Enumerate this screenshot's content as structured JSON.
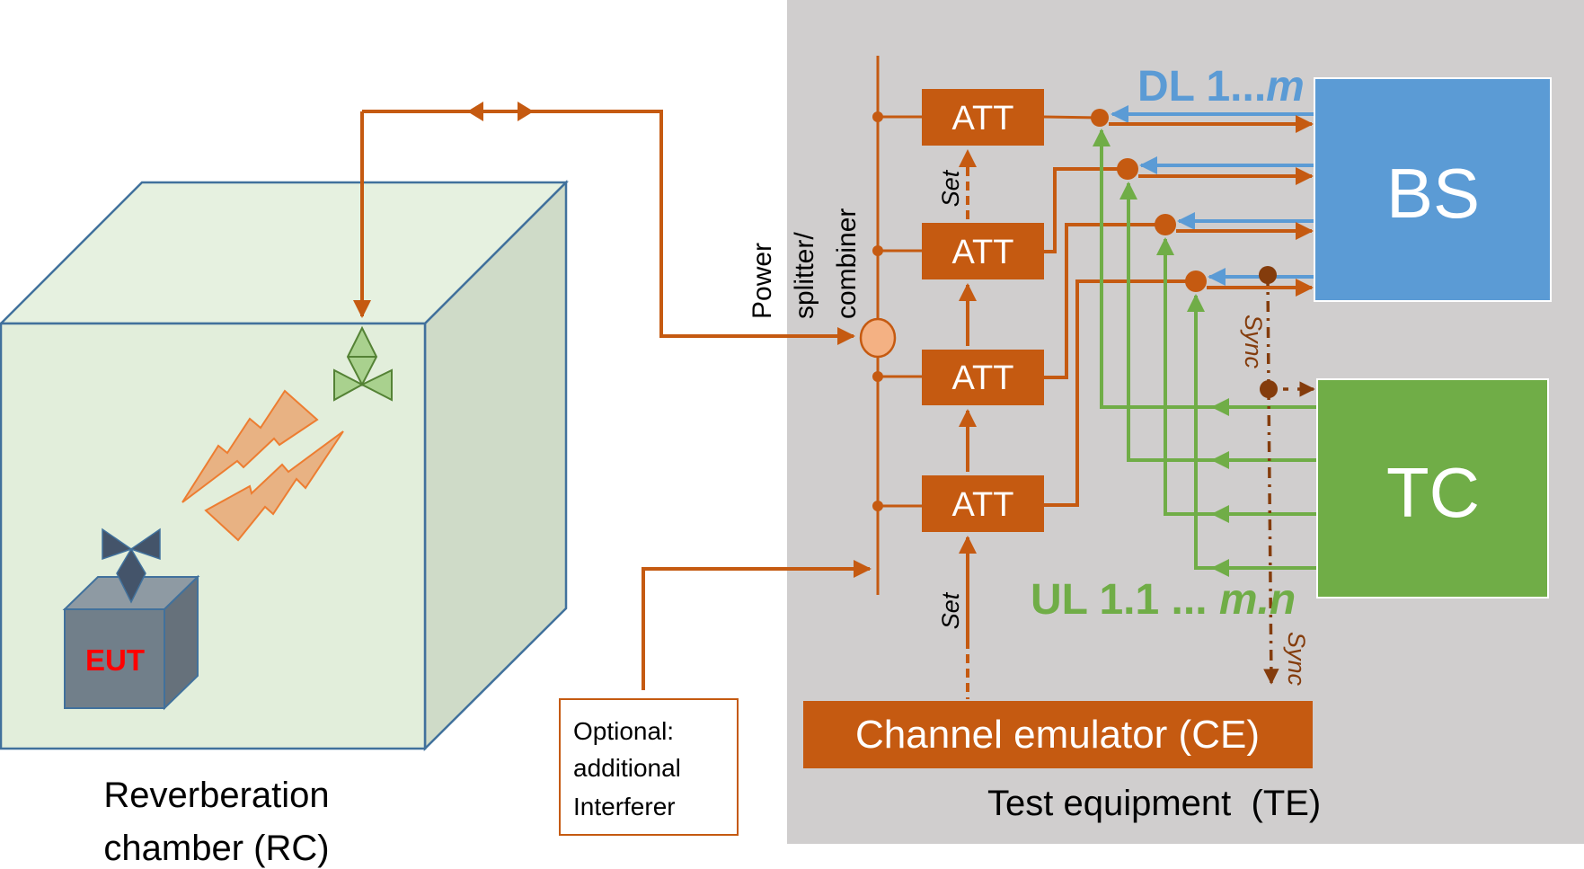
{
  "diagram": {
    "left_block": {
      "label_line1": "Reverberation",
      "label_line2": "chamber (RC)",
      "device_label": "EUT",
      "colors": {
        "front": "#e2eedb",
        "top": "#e6f1e0",
        "side": "#cfdbc8",
        "edge": "#41719c",
        "eut_label": "#ff0000"
      }
    },
    "splitter": {
      "label_line1": "Power",
      "label_line2": "splitter/",
      "label_line3": "combiner"
    },
    "attenuators": [
      {
        "label": "ATT"
      },
      {
        "label": "ATT"
      },
      {
        "label": "ATT"
      },
      {
        "label": "ATT"
      }
    ],
    "set_labels": [
      "Set",
      "Set"
    ],
    "downlink_label": {
      "prefix": "DL 1...",
      "suffix": "m"
    },
    "uplink_label": {
      "prefix": "UL 1.1 ... ",
      "suffix": "m.n"
    },
    "bs_label": "BS",
    "tc_label": "TC",
    "sync_labels": [
      "Sync",
      "Sync"
    ],
    "channel_emulator_label": "Channel emulator (CE)",
    "test_equipment_label": "Test equipment  (TE)",
    "interferer_note": {
      "line1": "Optional:",
      "line2": "additional",
      "line3": "Interferer"
    },
    "colors": {
      "rf_path": "#c55a11",
      "downlink": "#5b9bd5",
      "uplink": "#70ad47",
      "sync": "#843c0c",
      "bs_fill": "#5b9bd5",
      "tc_fill": "#70ad47",
      "te_background": "#d0cece"
    }
  }
}
